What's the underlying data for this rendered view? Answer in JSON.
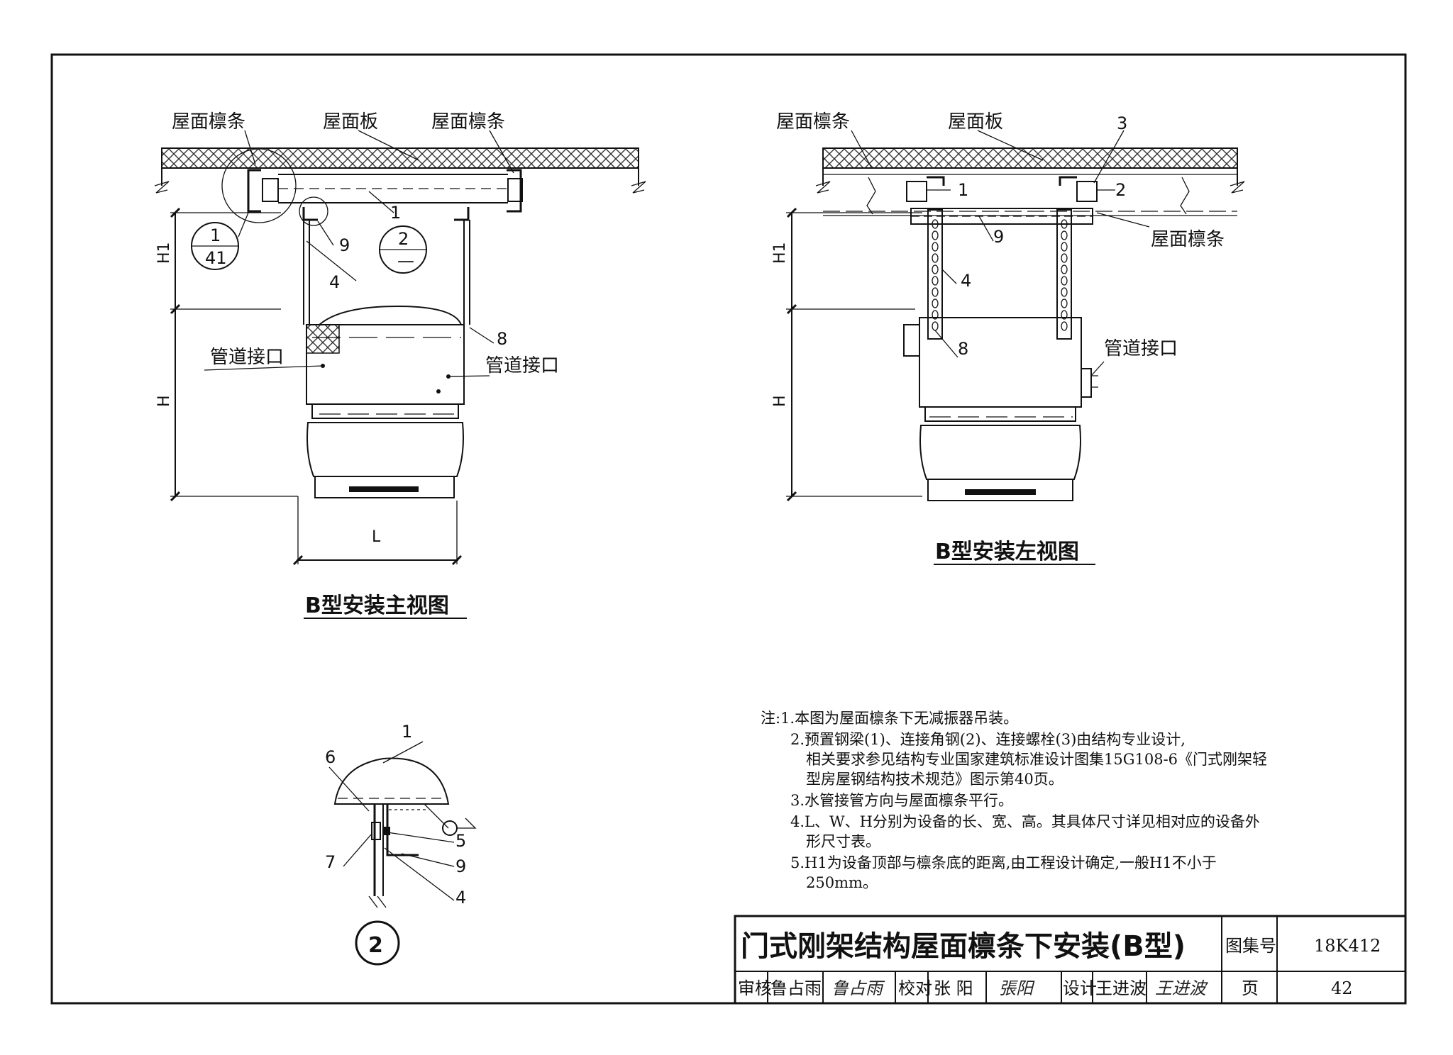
{
  "main_view": {
    "labels": {
      "purlin_left": "屋面檩条",
      "roof_panel": "屋面板",
      "purlin_right": "屋面檩条",
      "pipe_port_left": "管道接口",
      "pipe_port_right": "管道接口"
    },
    "callouts": [
      "1",
      "9",
      "4",
      "8"
    ],
    "detail_ref_1": {
      "top": "1",
      "bottom": "41"
    },
    "detail_ref_2": {
      "top": "2",
      "bottom": "—"
    },
    "dims": {
      "h1": "H1",
      "h": "H",
      "l": "L"
    },
    "caption": "B型安装主视图"
  },
  "side_view": {
    "labels": {
      "purlin": "屋面檩条",
      "roof_panel": "屋面板",
      "purlin_lower": "屋面檩条",
      "pipe_port": "管道接口"
    },
    "callouts": [
      "3",
      "1",
      "2",
      "9",
      "4",
      "8"
    ],
    "dims": {
      "h1": "H1",
      "h": "H"
    },
    "caption": "B型安装左视图"
  },
  "detail_2": {
    "callouts": [
      "1",
      "6",
      "5",
      "9",
      "7",
      "4"
    ],
    "badge": "2"
  },
  "notes": [
    "注:1.本图为屋面檩条下无减振器吊装。",
    "2.预置钢梁(1)、连接角钢(2)、连接螺栓(3)由结构专业设计,",
    "相关要求参见结构专业国家建筑标准设计图集15G108-6《门式刚架轻",
    "型房屋钢结构技术规范》图示第40页。",
    "3.水管接管方向与屋面檩条平行。",
    "4.L、W、H分别为设备的长、宽、高。其具体尺寸详见相对应的设备外",
    "形尺寸表。",
    "5.H1为设备顶部与檩条底的距离,由工程设计确定,一般H1不小于",
    "250mm。"
  ],
  "title_block": {
    "title": "门式刚架结构屋面檩条下安装(B型)",
    "atlas_label": "图集号",
    "atlas_no": "18K412",
    "review_label": "审核",
    "reviewer": "鲁占雨",
    "reviewer_sig": "鲁占雨",
    "check_label": "校对",
    "checker": "张 阳",
    "checker_sig": "張阳",
    "design_label": "设计",
    "designer": "王进波",
    "designer_sig": "王进波",
    "page_label": "页",
    "page_no": "42"
  }
}
